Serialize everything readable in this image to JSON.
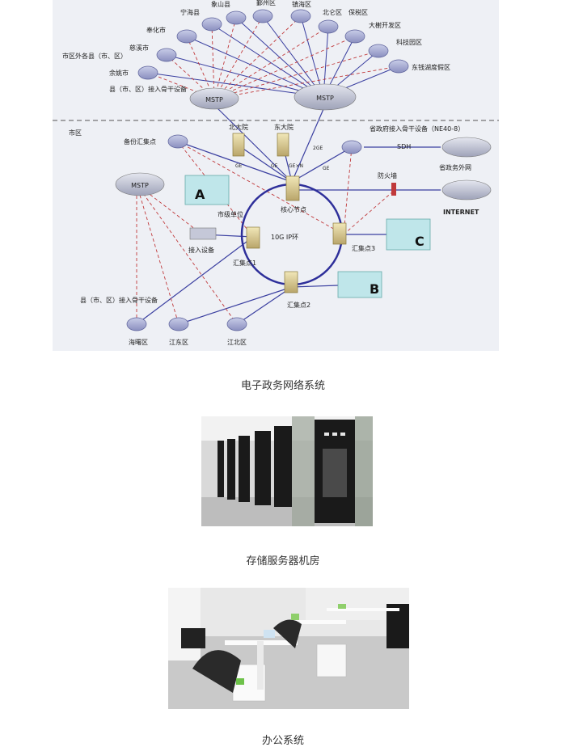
{
  "diagram": {
    "external_label": "市区外各县（市、区）",
    "city_label": "市区",
    "county_nodes": [
      "宁海县",
      "象山县",
      "鄞州区",
      "镇海区",
      "北仑区",
      "保税区",
      "奉化市",
      "大榭开发区",
      "慈溪市",
      "科技园区",
      "余姚市",
      "东钱湖度假区"
    ],
    "county_backbone_label": "县（市、区）接入骨干设备",
    "mstp": "MSTP",
    "backup_node": "备份汇集点",
    "north_campus": "北大院",
    "east_campus": "东大院",
    "provincial_device": "省政府接入骨干设备（NE40-8）",
    "sdh": "SDH",
    "provincial_extranet": "省政务外网",
    "firewall": "防火墙",
    "internet": "INTERNET",
    "core_node": "核心节点",
    "city_unit": "市级单位",
    "access_device": "接入设备",
    "ring_label": "10G IP环",
    "agg1": "汇集点1",
    "agg2": "汇集点2",
    "agg3": "汇集点3",
    "label_a": "A",
    "label_b": "B",
    "label_c": "C",
    "ge": "GE",
    "ge_n": "GE×N",
    "two_ge": "2GE",
    "district_backbone_label": "县（市、区）接入骨干设备",
    "districts": [
      "海曙区",
      "江东区",
      "江北区"
    ]
  },
  "captions": {
    "diagram": "电子政务网络系统",
    "photo1": "存储服务器机房",
    "photo2": "办公系统"
  }
}
